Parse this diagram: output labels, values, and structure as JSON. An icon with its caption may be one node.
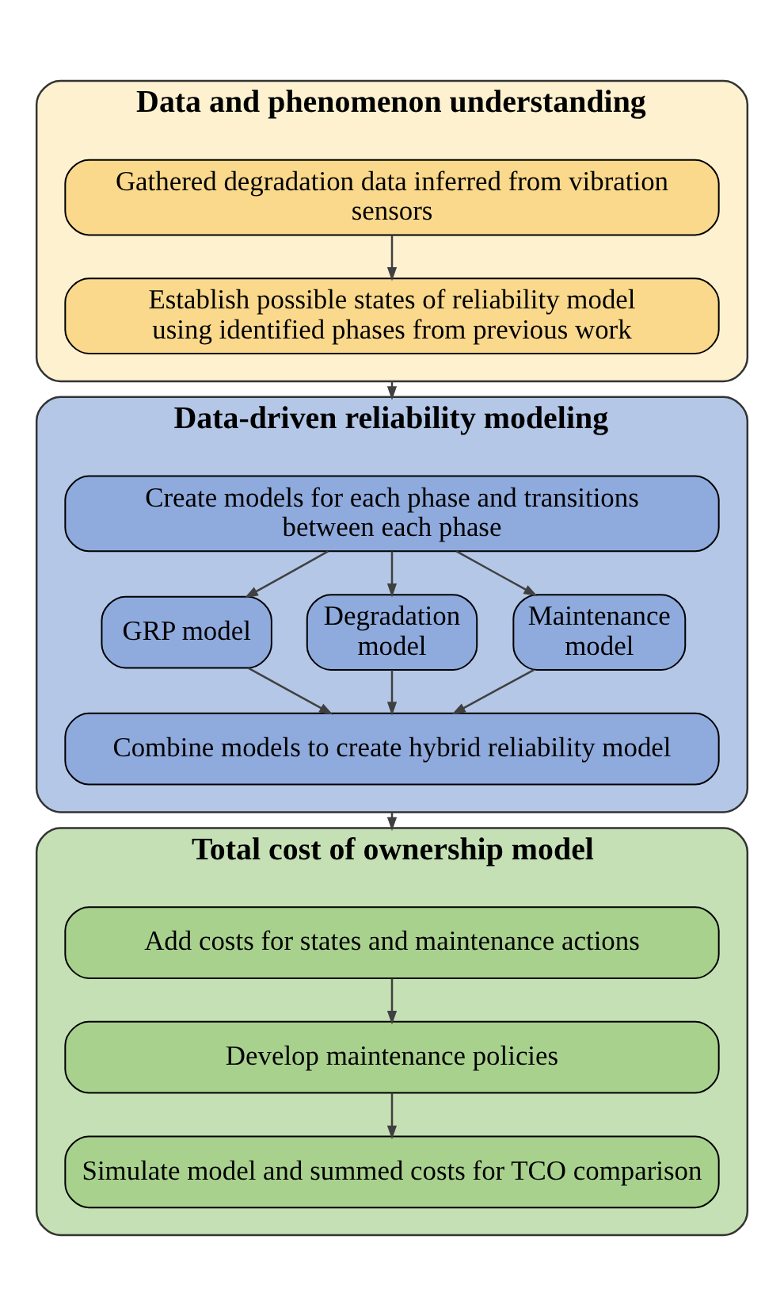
{
  "diagram": {
    "nodes": [
      {
        "text": [
          "Data and phenomenon understanding"
        ]
      },
      {
        "text": [
          "Gathered degradation data inferred from vibration sensors"
        ],
        "in": 0
      },
      {
        "text": [
          "Establish possible states of reliability model using identified phases from previous work"
        ],
        "in": 0
      },
      {
        "text": [
          "Data-driven reliability modeling"
        ]
      },
      {
        "text": [
          "Create models for each phase and transitions between each phase"
        ],
        "in": 3
      },
      {
        "text": [
          "GRP model"
        ],
        "in": 3
      },
      {
        "text": [
          "Degradation model"
        ],
        "in": 3
      },
      {
        "text": [
          "Maintenance model"
        ],
        "in": 3
      },
      {
        "text": [
          "Combine models to create hybrid reliability model"
        ],
        "in": 3
      },
      {
        "text": [
          "Total cost of ownership model"
        ]
      },
      {
        "text": [
          "Add costs for states and maintenance actions"
        ],
        "in": 9
      },
      {
        "text": [
          "Develop maintenance policies"
        ],
        "in": 9
      },
      {
        "text": [
          "Simulate model and summed costs for TCO comparison"
        ],
        "in": 9
      }
    ],
    "edges": [
      {
        "from": 1,
        "to": 2,
        "arrow": "to"
      },
      {
        "from": 0,
        "to": 3,
        "arrow": "to"
      },
      {
        "from": 4,
        "to": 5,
        "arrow": "to"
      },
      {
        "from": 4,
        "to": 6,
        "arrow": "to"
      },
      {
        "from": 4,
        "to": 7,
        "arrow": "to"
      },
      {
        "from": 5,
        "to": 8,
        "arrow": "to"
      },
      {
        "from": 6,
        "to": 8,
        "arrow": "to"
      },
      {
        "from": 7,
        "to": 8,
        "arrow": "to"
      },
      {
        "from": 3,
        "to": 9,
        "arrow": "to"
      },
      {
        "from": 10,
        "to": 11,
        "arrow": "to"
      },
      {
        "from": 11,
        "to": 12,
        "arrow": "to"
      }
    ]
  }
}
